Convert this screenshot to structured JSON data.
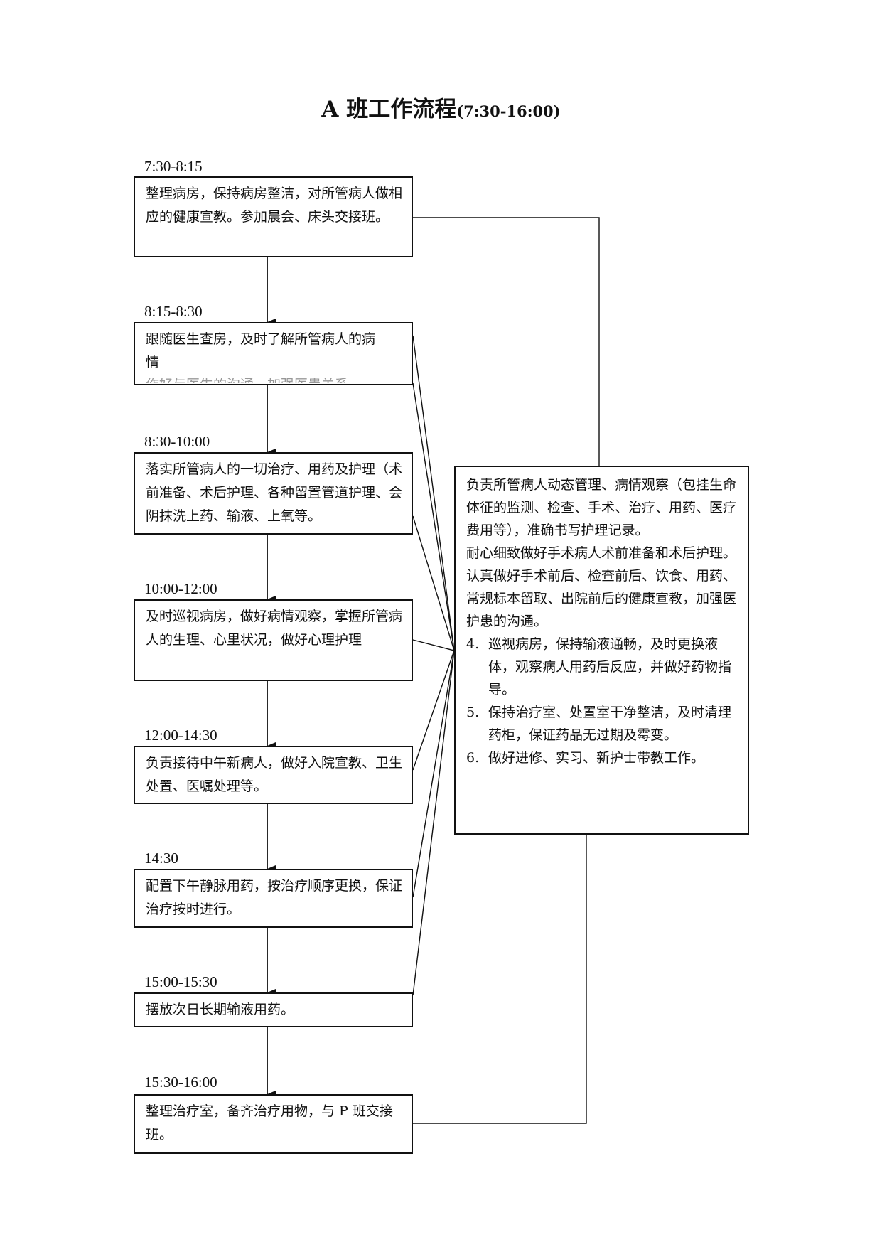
{
  "title": {
    "main": "A 班工作流程",
    "time": "(7:30-16:00)"
  },
  "steps": [
    {
      "time": "7:30-8:15",
      "text": "整理病房，保持病房整洁，对所管病人做相应的健康宣教。参加晨会、床头交接班。"
    },
    {
      "time": "8:15-8:30",
      "text": "跟随医生查房，及时了解所管病人的病　　情",
      "clipped": "作好与医生的沟通，加强医患关系"
    },
    {
      "time": "8:30-10:00",
      "text": "落实所管病人的一切治疗、用药及护理（术前准备、术后护理、各种留置管道护理、会阴抹洗上药、输液、上氧等。"
    },
    {
      "time": "10:00-12:00",
      "text": "及时巡视病房，做好病情观察，掌握所管病人的生理、心里状况，做好心理护理"
    },
    {
      "time": "12:00-14:30",
      "text": "负责接待中午新病人，做好入院宣教、卫生处置、医嘱处理等。"
    },
    {
      "time": "14:30",
      "text": "配置下午静脉用药，按治疗顺序更换，保证治疗按时进行。"
    },
    {
      "time": "15:00-15:30",
      "text": "摆放次日长期输液用药。"
    },
    {
      "time": "15:30-16:00",
      "text": "整理治疗室，备齐治疗用物，与 P 班交接班。"
    }
  ],
  "responsibilities": [
    {
      "num": "",
      "text": "负责所管病人动态管理、病情观察（包挂生命体征的监测、检查、手术、治疗、用药、医疗费用等），准确书写护理记录。"
    },
    {
      "num": "",
      "text": "耐心细致做好手术病人术前准备和术后护理。"
    },
    {
      "num": "",
      "text": "认真做好手术前后、检查前后、饮食、用药、常规标本留取、出院前后的健康宣教，加强医护患的沟通。"
    },
    {
      "num": "4.",
      "text": " 巡视病房，保持输液通畅，及时更换液体，观察病人用药后反应，并做好药物指导。"
    },
    {
      "num": "5.",
      "text": "保持治疗室、处置室干净整洁，及时清理药柜，保证药品无过期及霉变。"
    },
    {
      "num": "6.",
      "text": "做好进修、实习、新护士带教工作。"
    }
  ]
}
